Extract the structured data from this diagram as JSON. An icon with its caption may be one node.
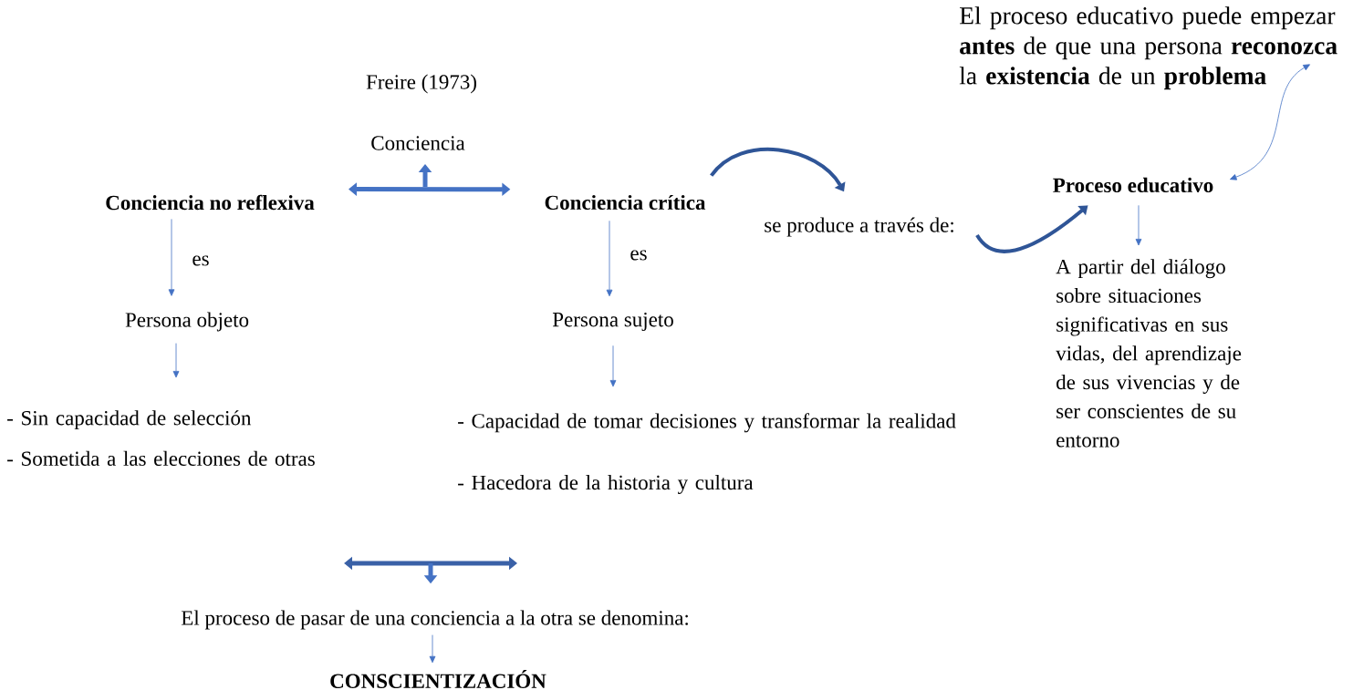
{
  "diagram": {
    "nodes": [
      {
        "text": [
          "Conciencia"
        ]
      },
      {
        "text": [
          "Conciencia no reflexiva"
        ]
      },
      {
        "text": [
          "Conciencia crítica"
        ]
      },
      {
        "text": [
          "Persona objeto"
        ]
      },
      {
        "text": [
          "- Sin capacidad de selección",
          "- Sometida a las elecciones de otras"
        ]
      },
      {
        "text": [
          "Persona sujeto"
        ]
      },
      {
        "text": [
          "- Capacidad de tomar decisiones y transformar la realidad",
          "- Hacedora de la historia y cultura"
        ]
      },
      {
        "text": [
          "se produce a través de:"
        ]
      },
      {
        "text": [
          "Proceso educativo"
        ]
      },
      {
        "text": [
          "El proceso educativo puede empezar **antes** de que una persona **reconozca** la **existencia** de un **problema**"
        ]
      },
      {
        "text": [
          "A partir del diálogo sobre situaciones significativas en sus vidas, del aprendizaje de sus vivencias y de ser conscientes de su entorno"
        ]
      },
      {
        "text": [
          "El proceso de pasar de una conciencia a la otra se denomina:"
        ]
      },
      {
        "text": [
          "CONSCIENTIZACIÓN"
        ]
      }
    ],
    "edges": [
      {
        "from": 1,
        "to": 2,
        "arrow": "both",
        "style": "thick",
        "color": "#4472c4"
      },
      {
        "from": null,
        "to": 0,
        "arrow": "to",
        "style": "thick",
        "color": "#4472c4"
      },
      {
        "from": 1,
        "to": 3,
        "arrow": "to",
        "label": "es"
      },
      {
        "from": 3,
        "to": 4,
        "arrow": "to"
      },
      {
        "from": 2,
        "to": 5,
        "arrow": "to",
        "label": "es"
      },
      {
        "from": 5,
        "to": 6,
        "arrow": "to"
      },
      {
        "from": 2,
        "to": 7,
        "arrow": "to",
        "style": "thick",
        "color": "#2f5597"
      },
      {
        "from": 7,
        "to": 8,
        "arrow": "to",
        "style": "thick",
        "color": "#2f5597"
      },
      {
        "from": 8,
        "to": 9,
        "arrow": "both"
      },
      {
        "from": 8,
        "to": 10,
        "arrow": "to"
      },
      {
        "from": null,
        "to": 11,
        "arrow": "to",
        "style": "thick",
        "color": "#4472c4"
      },
      {
        "from": 11,
        "to": 12,
        "arrow": "to"
      }
    ],
    "labels": [
      "Freire (1973)"
    ]
  }
}
